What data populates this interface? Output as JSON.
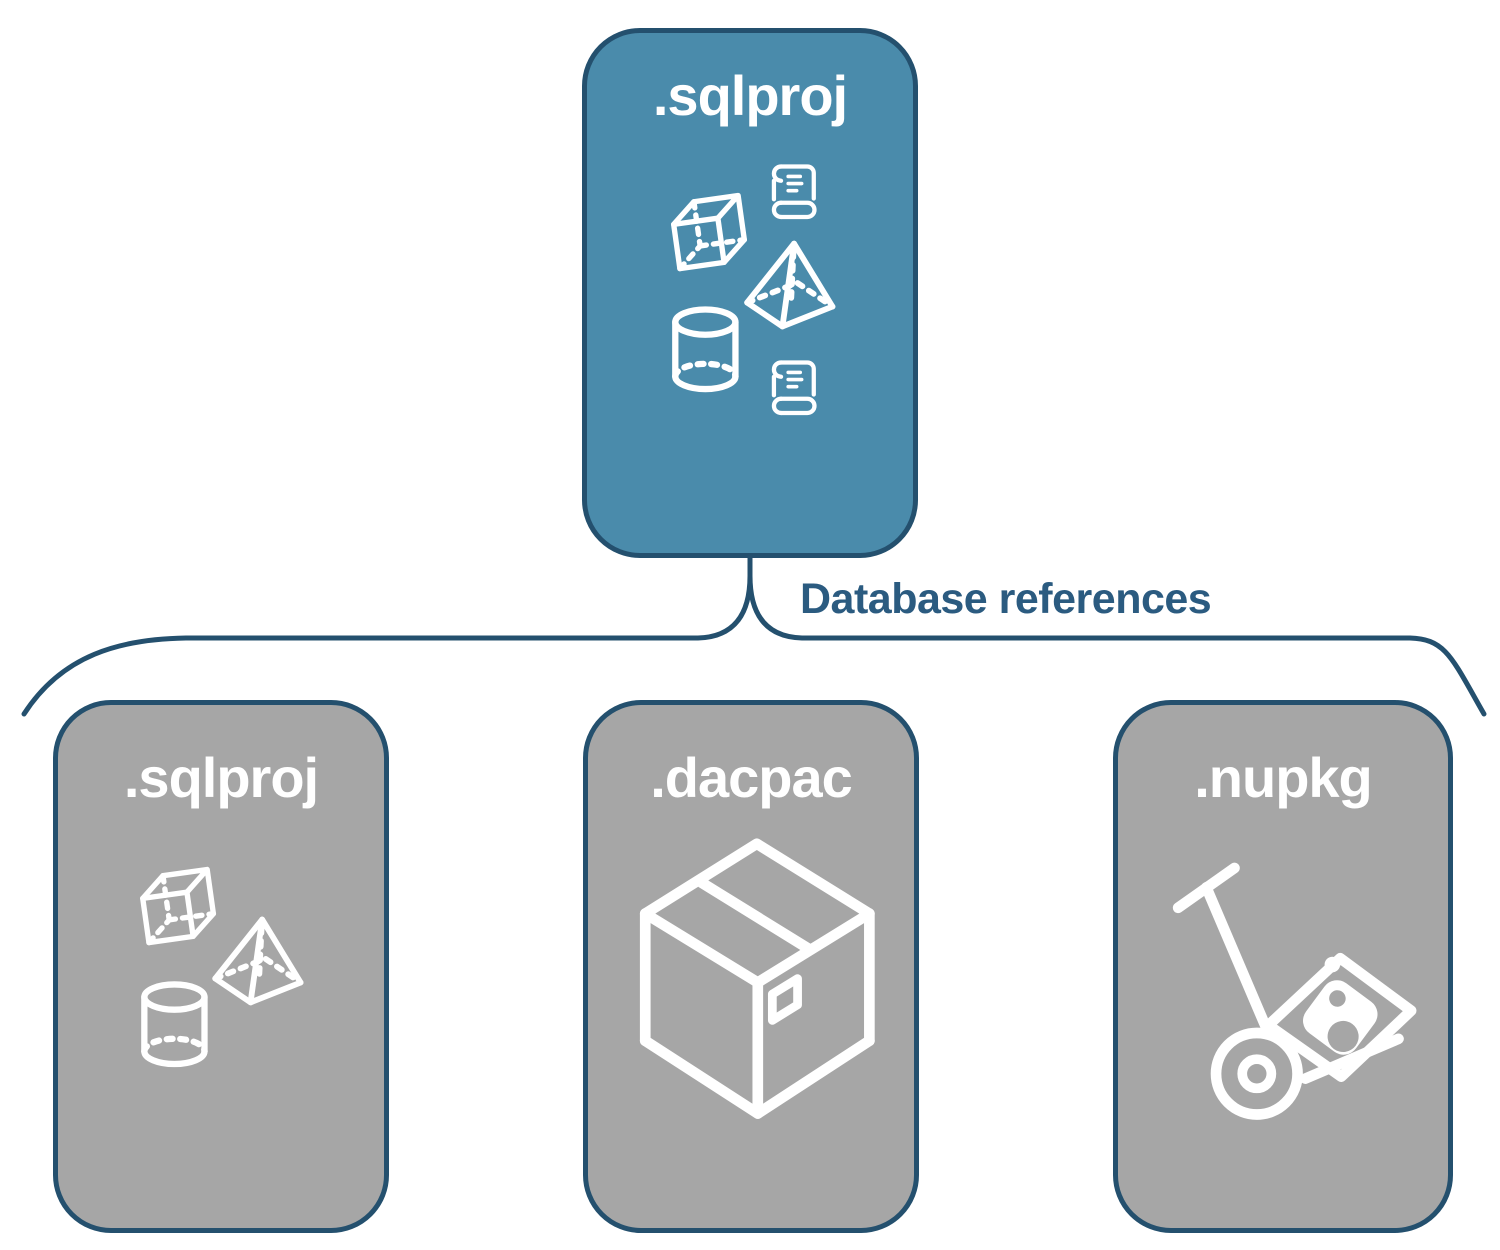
{
  "diagram": {
    "parent": {
      "label": ".sqlproj",
      "icons": [
        "scroll-icon",
        "cube-icon",
        "pyramid-icon",
        "cylinder-icon",
        "scroll-icon"
      ]
    },
    "relationship_label": "Database references",
    "children": [
      {
        "label": ".sqlproj",
        "icons": [
          "cube-icon",
          "pyramid-icon",
          "cylinder-icon"
        ]
      },
      {
        "label": ".dacpac",
        "icons": [
          "package-box-icon"
        ]
      },
      {
        "label": ".nupkg",
        "icons": [
          "hand-truck-nuget-package-icon"
        ]
      }
    ],
    "colors": {
      "parent_fill": "#4a8bab",
      "child_fill": "#a6a6a6",
      "border_navy": "#24506e",
      "edge_label_text": "#2b5b80",
      "icon_white": "#ffffff",
      "background": "#ffffff"
    }
  }
}
